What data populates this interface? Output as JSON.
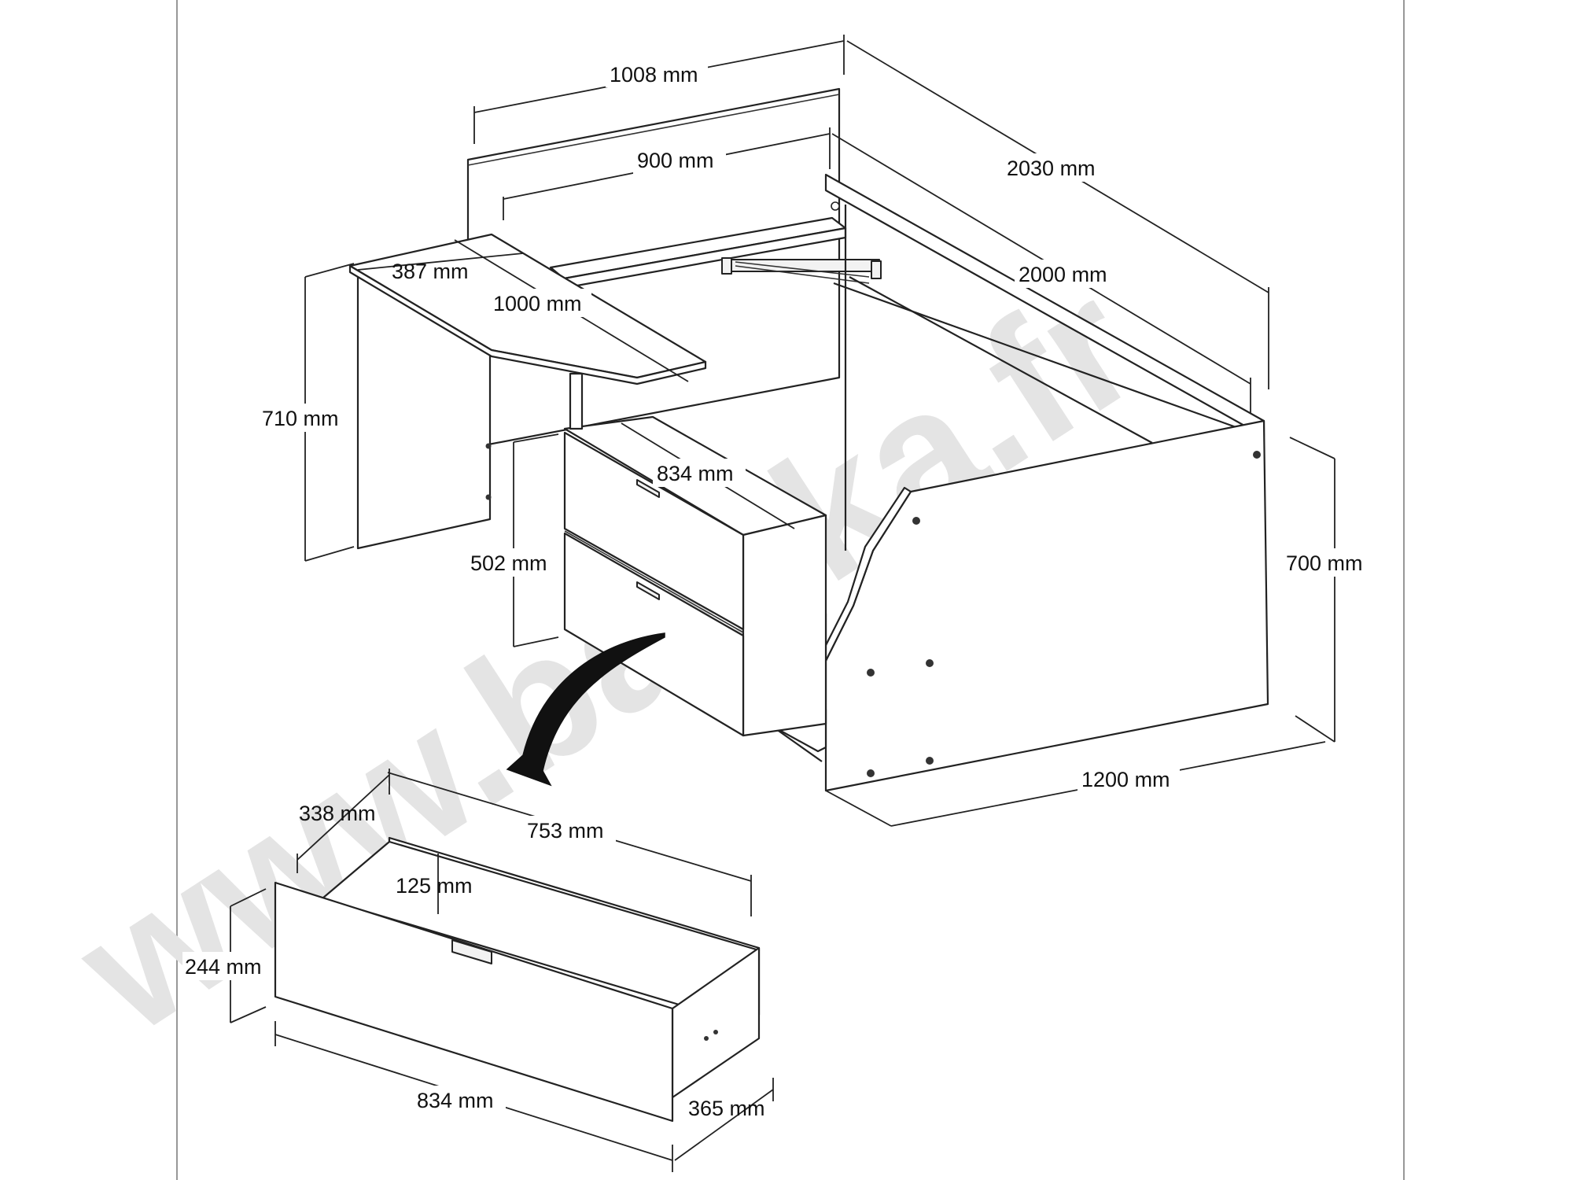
{
  "watermark": "www.basika.fr",
  "dimensions": {
    "headboard_width": "1008 mm",
    "shelf_width": "900 mm",
    "total_length": "2030 mm",
    "bed_length": "2000 mm",
    "desk_depth": "387 mm",
    "desk_length": "1000 mm",
    "desk_height": "710 mm",
    "drawer_unit_width": "834 mm",
    "drawer_unit_height": "502 mm",
    "bed_height": "700 mm",
    "bed_width": "1200 mm",
    "drawer_inner_depth": "338 mm",
    "drawer_inner_width": "753 mm",
    "drawer_inner_height": "125 mm",
    "drawer_height": "244 mm",
    "drawer_width": "834 mm",
    "drawer_depth": "365 mm"
  }
}
